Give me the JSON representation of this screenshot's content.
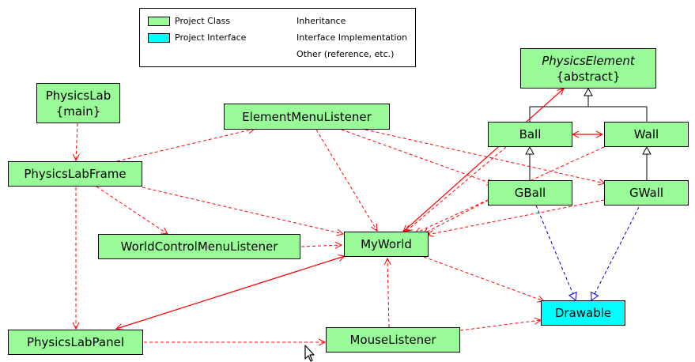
{
  "legend": {
    "project_class": "Project Class",
    "project_interface": "Project Interface",
    "inheritance": "Inheritance",
    "interface_implementation": "Interface Implementation",
    "other": "Other (reference, etc.)"
  },
  "nodes": {
    "physics_lab": {
      "line1": "PhysicsLab",
      "line2": "{main}"
    },
    "physics_element": {
      "line1": "PhysicsElement",
      "line2": "{abstract}"
    },
    "element_menu_listener": "ElementMenuListener",
    "physics_lab_frame": "PhysicsLabFrame",
    "ball": "Ball",
    "wall": "Wall",
    "gball": "GBall",
    "gwall": "GWall",
    "world_control_menu_listener": "WorldControlMenuListener",
    "my_world": "MyWorld",
    "drawable": "Drawable",
    "physics_lab_panel": "PhysicsLabPanel",
    "mouse_listener": "MouseListener"
  },
  "colors": {
    "class_fill": "#98fb98",
    "interface_fill": "#00ffff",
    "reference_arrow": "#ff0000",
    "implementation_arrow": "#0000cc",
    "inheritance_arrow": "#000000"
  }
}
